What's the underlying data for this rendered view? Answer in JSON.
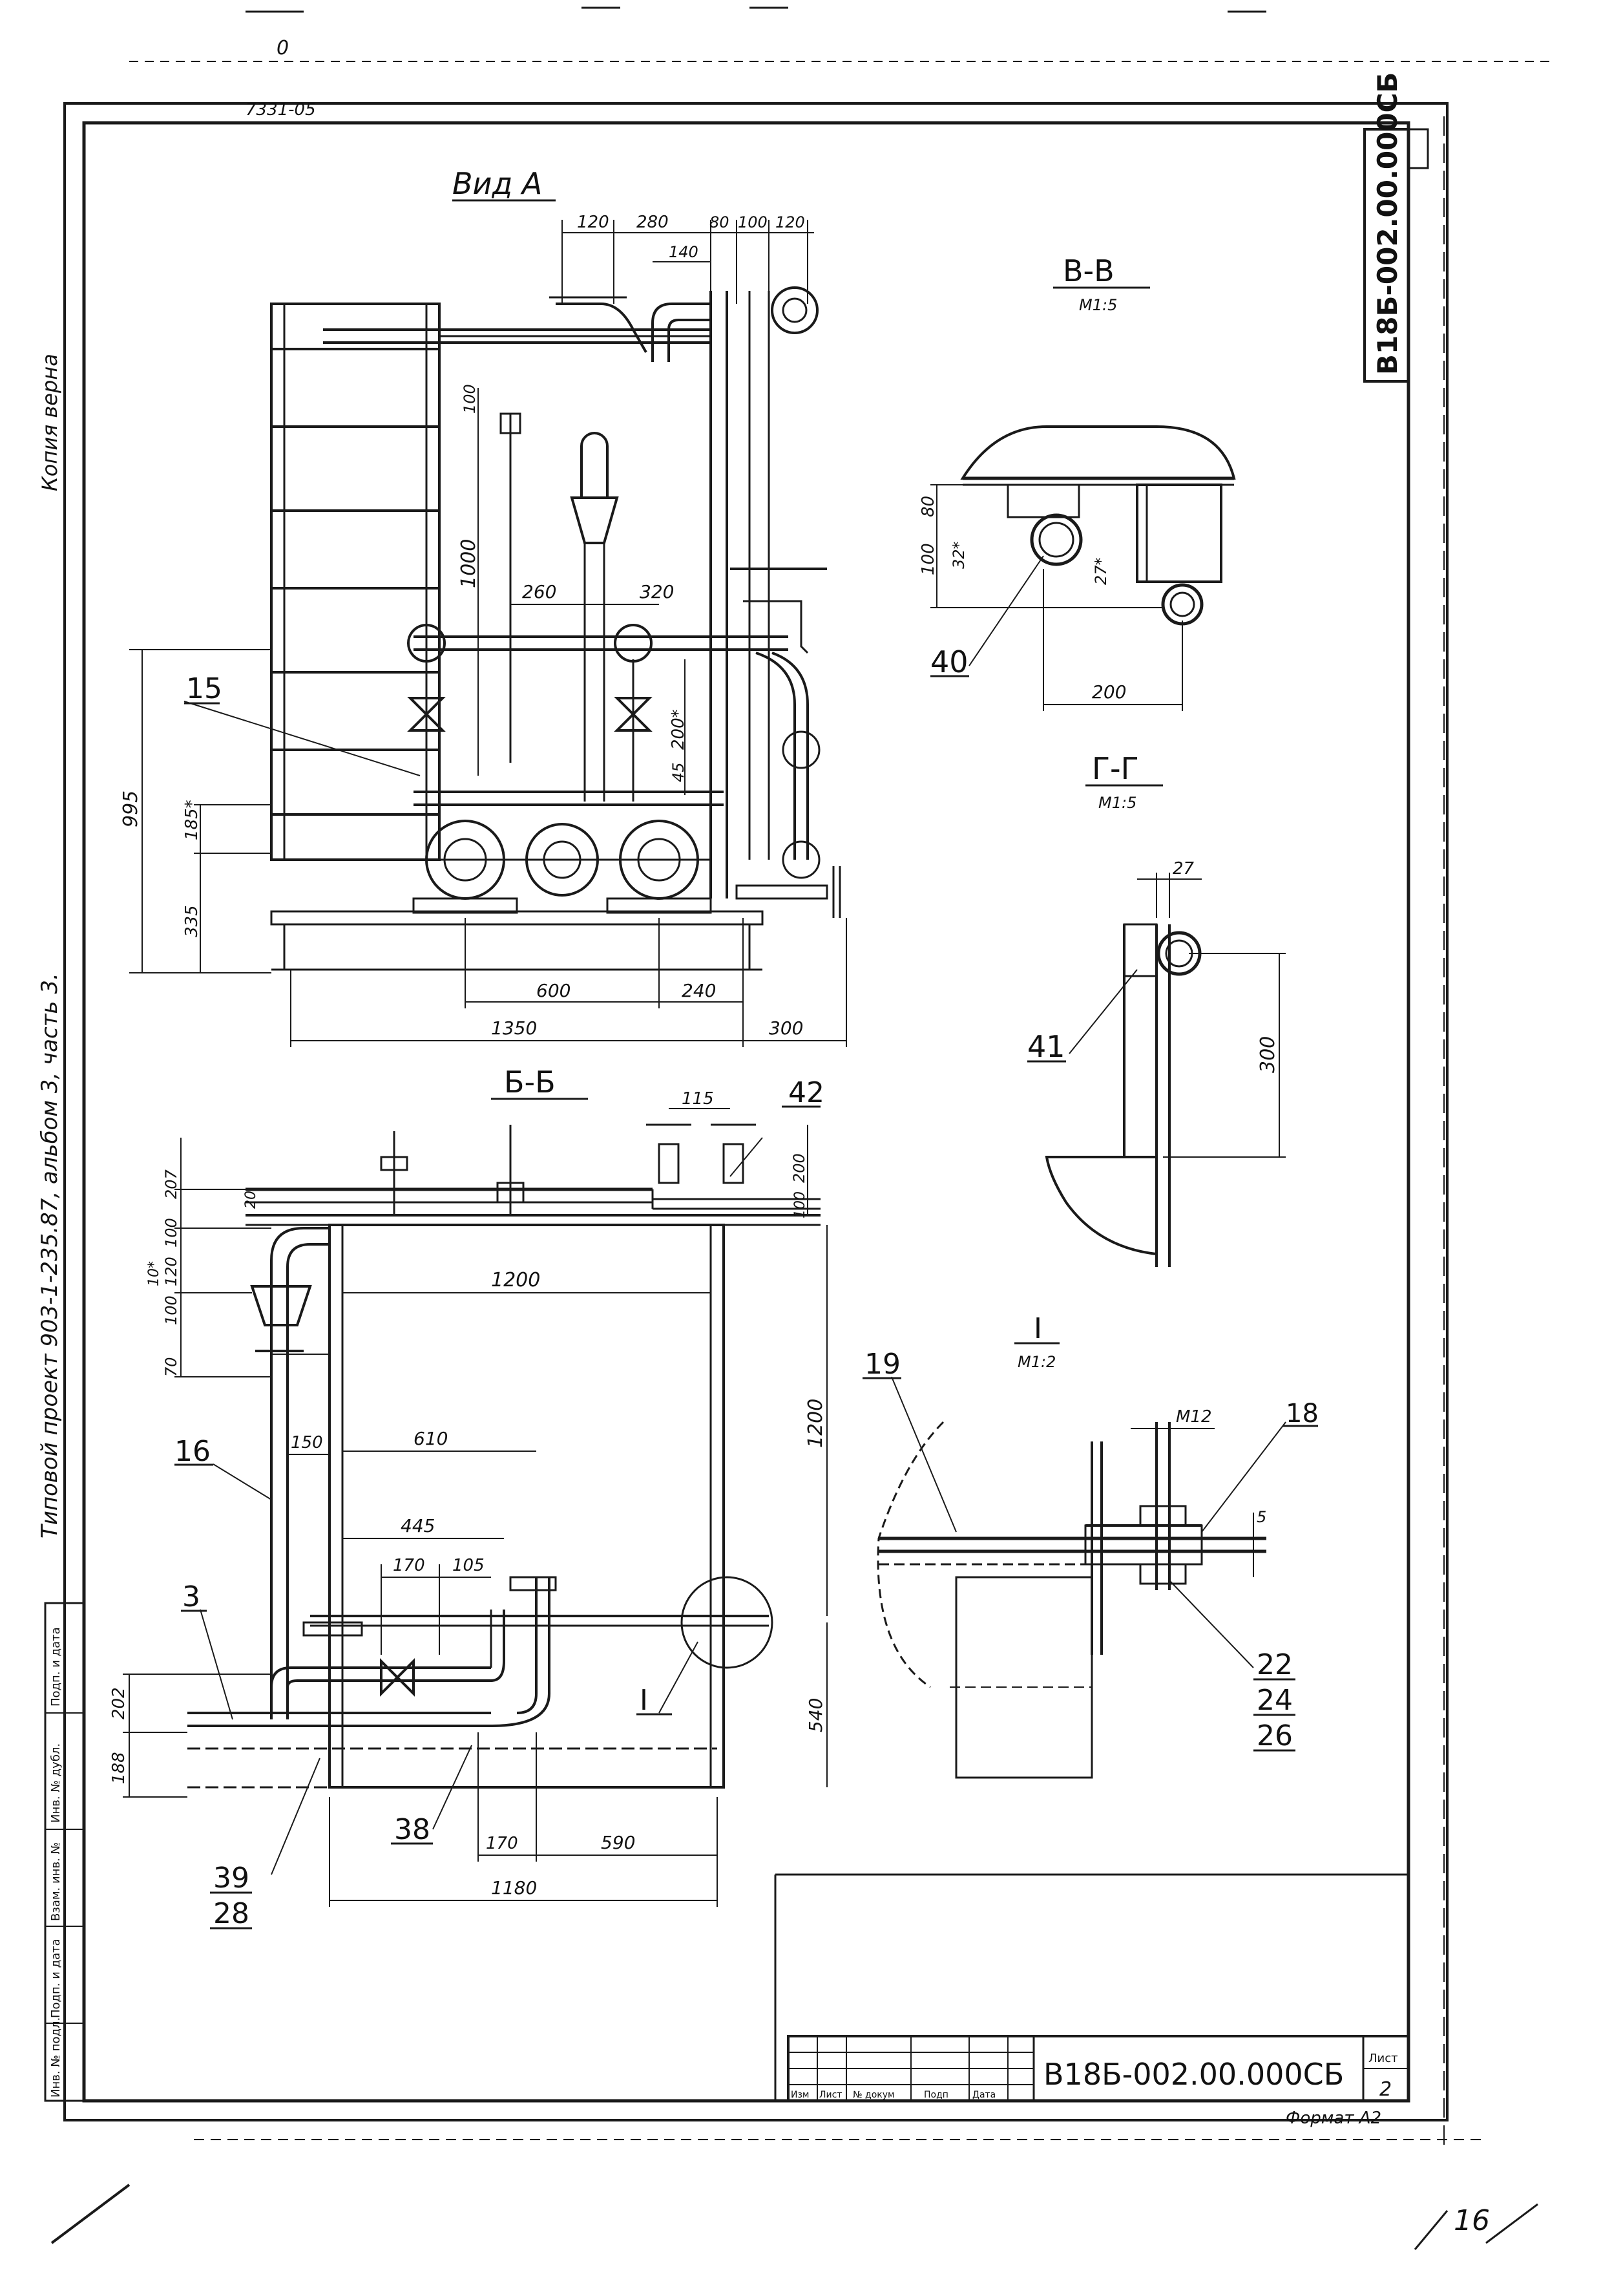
{
  "drawing": {
    "code_top": "В18Б-002.00.000СБ",
    "code_bottom": "В18Б-002.00.000СБ",
    "top_number": "7331-05",
    "top_zero": "0",
    "sheet_number": "2",
    "bottom_corner": "16",
    "format": "Формат А2"
  },
  "side_notes": {
    "copy": "Копия верна",
    "project": "Типовой проект 903-1-235.87, альбом 3, часть 3."
  },
  "views": {
    "vid_a": "Вид А",
    "v_v": "В-В",
    "v_v_scale": "М1:5",
    "g_g": "Г-Г",
    "g_g_scale": "М1:5",
    "b_b": "Б-Б",
    "detail": "I",
    "detail_scale": "М1:2"
  },
  "dims": {
    "a120": "120",
    "a280": "280",
    "a80": "80",
    "a100": "100",
    "a120b": "120",
    "a140": "140",
    "a100v": "100",
    "a1000": "1000",
    "a260": "260",
    "a320": "320",
    "a200s": "200*",
    "a45": "45",
    "a995": "995",
    "a185": "185*",
    "a335": "335",
    "a600": "600",
    "a240": "240",
    "a1350": "1350",
    "a300": "300",
    "v80": "80",
    "v100": "100",
    "v32": "32*",
    "v27": "27*",
    "v200": "200",
    "g27": "27",
    "g300": "300",
    "b115": "115",
    "b200": "200",
    "b100": "100",
    "b207": "207",
    "b20": "20",
    "b100a": "100",
    "b120": "120",
    "b10": "10*",
    "b100b": "100",
    "b70": "70",
    "b1200w": "1200",
    "b1200h": "1200",
    "b150": "150",
    "b610": "610",
    "b445": "445",
    "b170": "170",
    "b105": "105",
    "b202": "202",
    "b188": "188",
    "b540": "540",
    "b170b": "170",
    "b590": "590",
    "b1180": "1180",
    "i_m12": "M12",
    "i_5": "5"
  },
  "callouts": {
    "c15": "15",
    "c40": "40",
    "c41": "41",
    "c42": "42",
    "c16": "16",
    "c3": "3",
    "c39": "39",
    "c28": "28",
    "c38": "38",
    "cI": "I",
    "c19": "19",
    "c18": "18",
    "c22": "22",
    "c24": "24",
    "c26": "26"
  },
  "stamp": {
    "izm": "Изм",
    "list": "Лист",
    "ndoc": "№ докум",
    "podp": "Подп",
    "data": "Дата",
    "list_label": "Лист"
  },
  "side_table": {
    "podp_data_1": "Подп. и дата",
    "inv_dubl": "Инв. № дубл.",
    "vzam_inv": "Взам. инв. №",
    "podp_data_2": "Подп. и дата",
    "inv_podl": "Инв. № подл."
  }
}
